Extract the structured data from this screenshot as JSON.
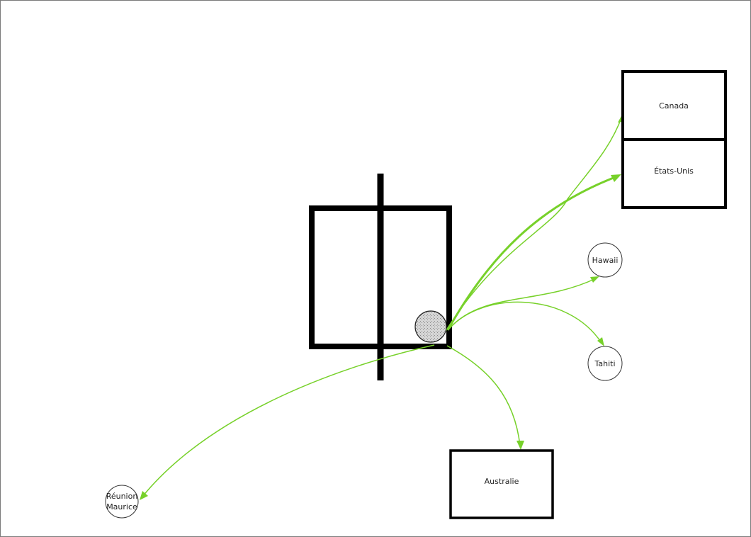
{
  "diagram": {
    "nodes": {
      "canada": {
        "label": "Canada"
      },
      "etats_unis": {
        "label": "États-Unis"
      },
      "hawaii": {
        "label": "Hawaii"
      },
      "tahiti": {
        "label": "Tahiti"
      },
      "australie": {
        "label": "Australie"
      },
      "reunion": {
        "label_line1": "Réunion",
        "label_line2": "Maurice"
      }
    },
    "colors": {
      "arrow": "#77d12a",
      "outline": "#000000",
      "origin_fill": "#d9d9d9"
    },
    "edges": [
      {
        "from": "origin",
        "to": "canada"
      },
      {
        "from": "origin",
        "to": "etats_unis"
      },
      {
        "from": "origin",
        "to": "hawaii"
      },
      {
        "from": "origin",
        "to": "tahiti"
      },
      {
        "from": "origin",
        "to": "australie"
      },
      {
        "from": "origin",
        "to": "reunion"
      }
    ]
  }
}
